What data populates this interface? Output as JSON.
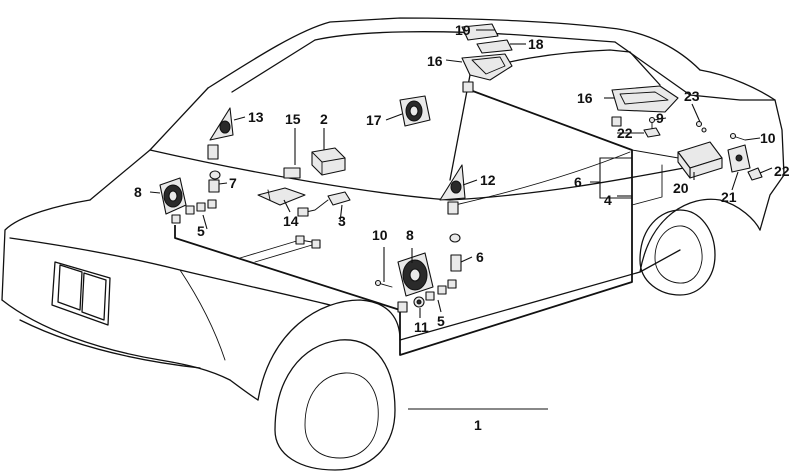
{
  "labels": {
    "l1": "1",
    "l2": "2",
    "l3": "3",
    "l4": "4",
    "l5a": "5",
    "l5b": "5",
    "l6a": "6",
    "l6b": "6",
    "l7": "7",
    "l8a": "8",
    "l8b": "8",
    "l9": "9",
    "l10a": "10",
    "l10b": "10",
    "l11": "11",
    "l12": "12",
    "l13": "13",
    "l14": "14",
    "l15": "15",
    "l16a": "16",
    "l16b": "16",
    "l17": "17",
    "l18": "18",
    "l19": "19",
    "l20": "20",
    "l21": "21",
    "l22a": "22",
    "l22b": "22",
    "l23": "23"
  }
}
